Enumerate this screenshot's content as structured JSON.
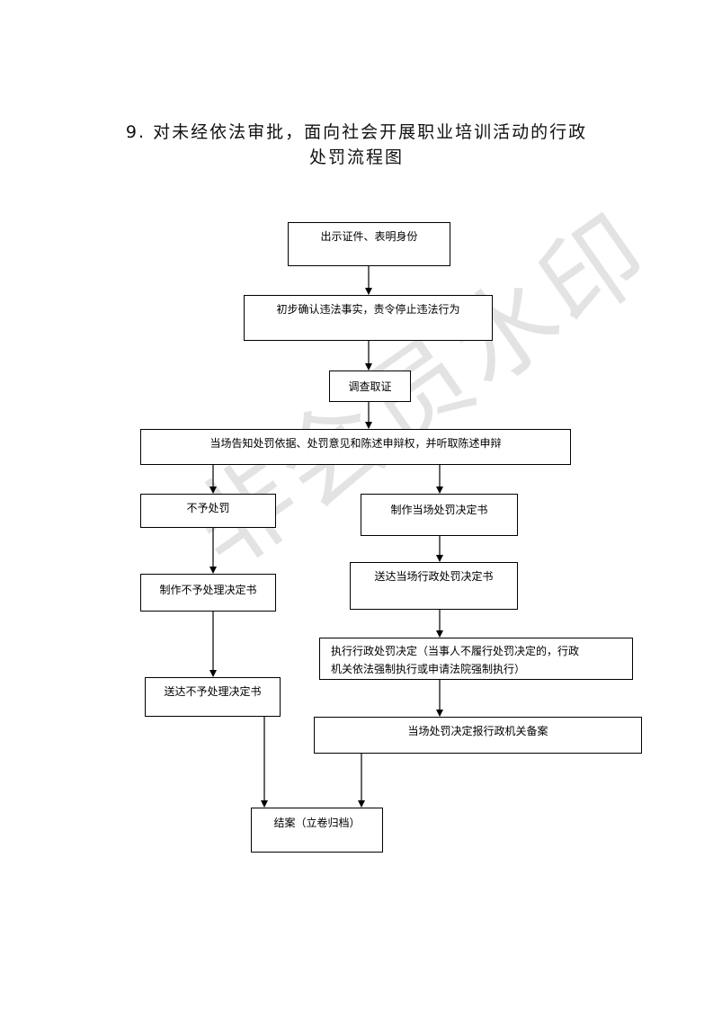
{
  "title": {
    "line1": "9. 对未经依法审批，面向社会开展职业培训活动的行政",
    "line2": "处罚流程图"
  },
  "watermark": "非会员水印",
  "steps": {
    "show_id": "出示证件、表明身份",
    "confirm": "初步确认违法事实，责令停止违法行为",
    "investigate": "调查取证",
    "inform": "当场告知处罚依据、处罚意见和陈述申辩权，并听取陈述申辩",
    "no_penalty": "不予处罚",
    "make_decision": "制作当场处罚决定书",
    "make_no_penalty_doc": "制作不予处理决定书",
    "deliver_decision": "送达当场行政处罚决定书",
    "execute_line1": "执行行政处罚决定（当事人不履行处罚决定的，行政",
    "execute_line2": "机关依法强制执行或申请法院强制执行）",
    "deliver_no_penalty": "送达不予处理决定书",
    "report": "当场处罚决定报行政机关备案",
    "close": "结案（立卷归档）"
  }
}
